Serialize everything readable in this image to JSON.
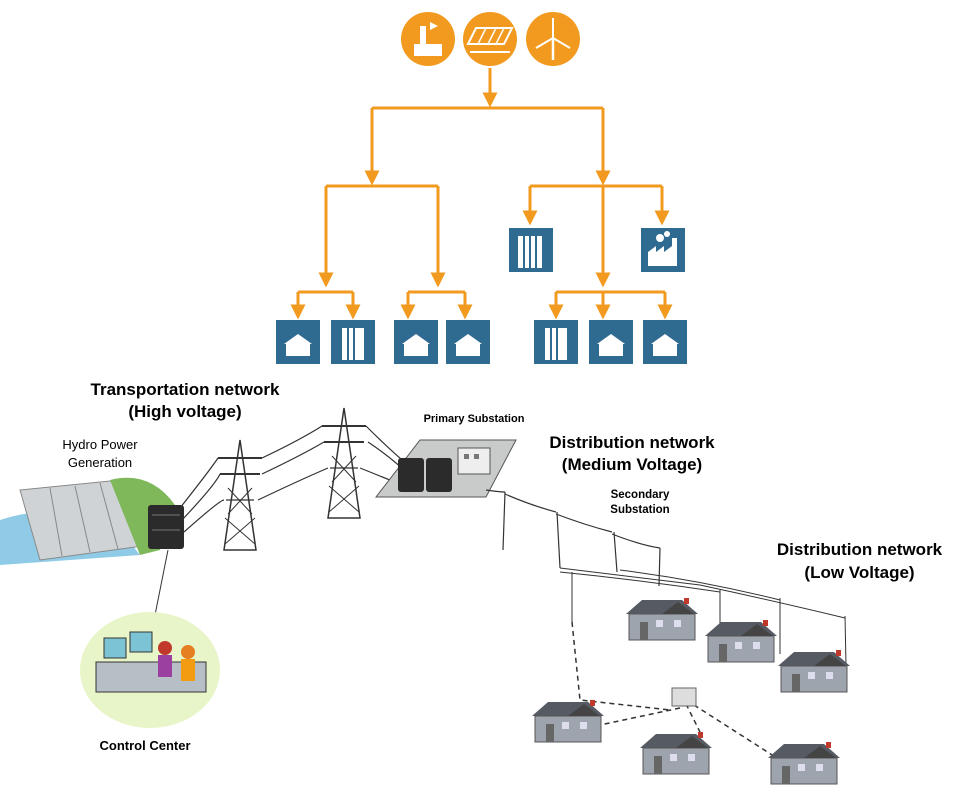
{
  "labels": {
    "transport_title": "Transportation network",
    "transport_sub": "(High voltage)",
    "hydro_line1": "Hydro Power",
    "hydro_line2": "Generation",
    "primary_substation": "Primary Substation",
    "dist_medium_title": "Distribution network",
    "dist_medium_sub": "(Medium Voltage)",
    "secondary_line1": "Secondary",
    "secondary_line2": "Substation",
    "dist_low_title": "Distribution network",
    "dist_low_sub": "(Low Voltage)",
    "control_center": "Control Center"
  },
  "icons": {
    "generation": [
      "power-plant-icon",
      "solar-panel-icon",
      "wind-turbine-icon"
    ],
    "consumers_top": [
      "office-building-icon",
      "factory-icon"
    ],
    "consumers_bottom": [
      "house-icon",
      "office-building-icon",
      "house-icon",
      "house-icon",
      "office-building-icon",
      "house-icon",
      "house-icon"
    ]
  },
  "colors": {
    "accent_orange": "#f29a1f",
    "tile_blue": "#2f6a91",
    "substation_gray": "#c9cbcb",
    "house_roof": "#555a63",
    "house_wall": "#9aa0aa"
  }
}
